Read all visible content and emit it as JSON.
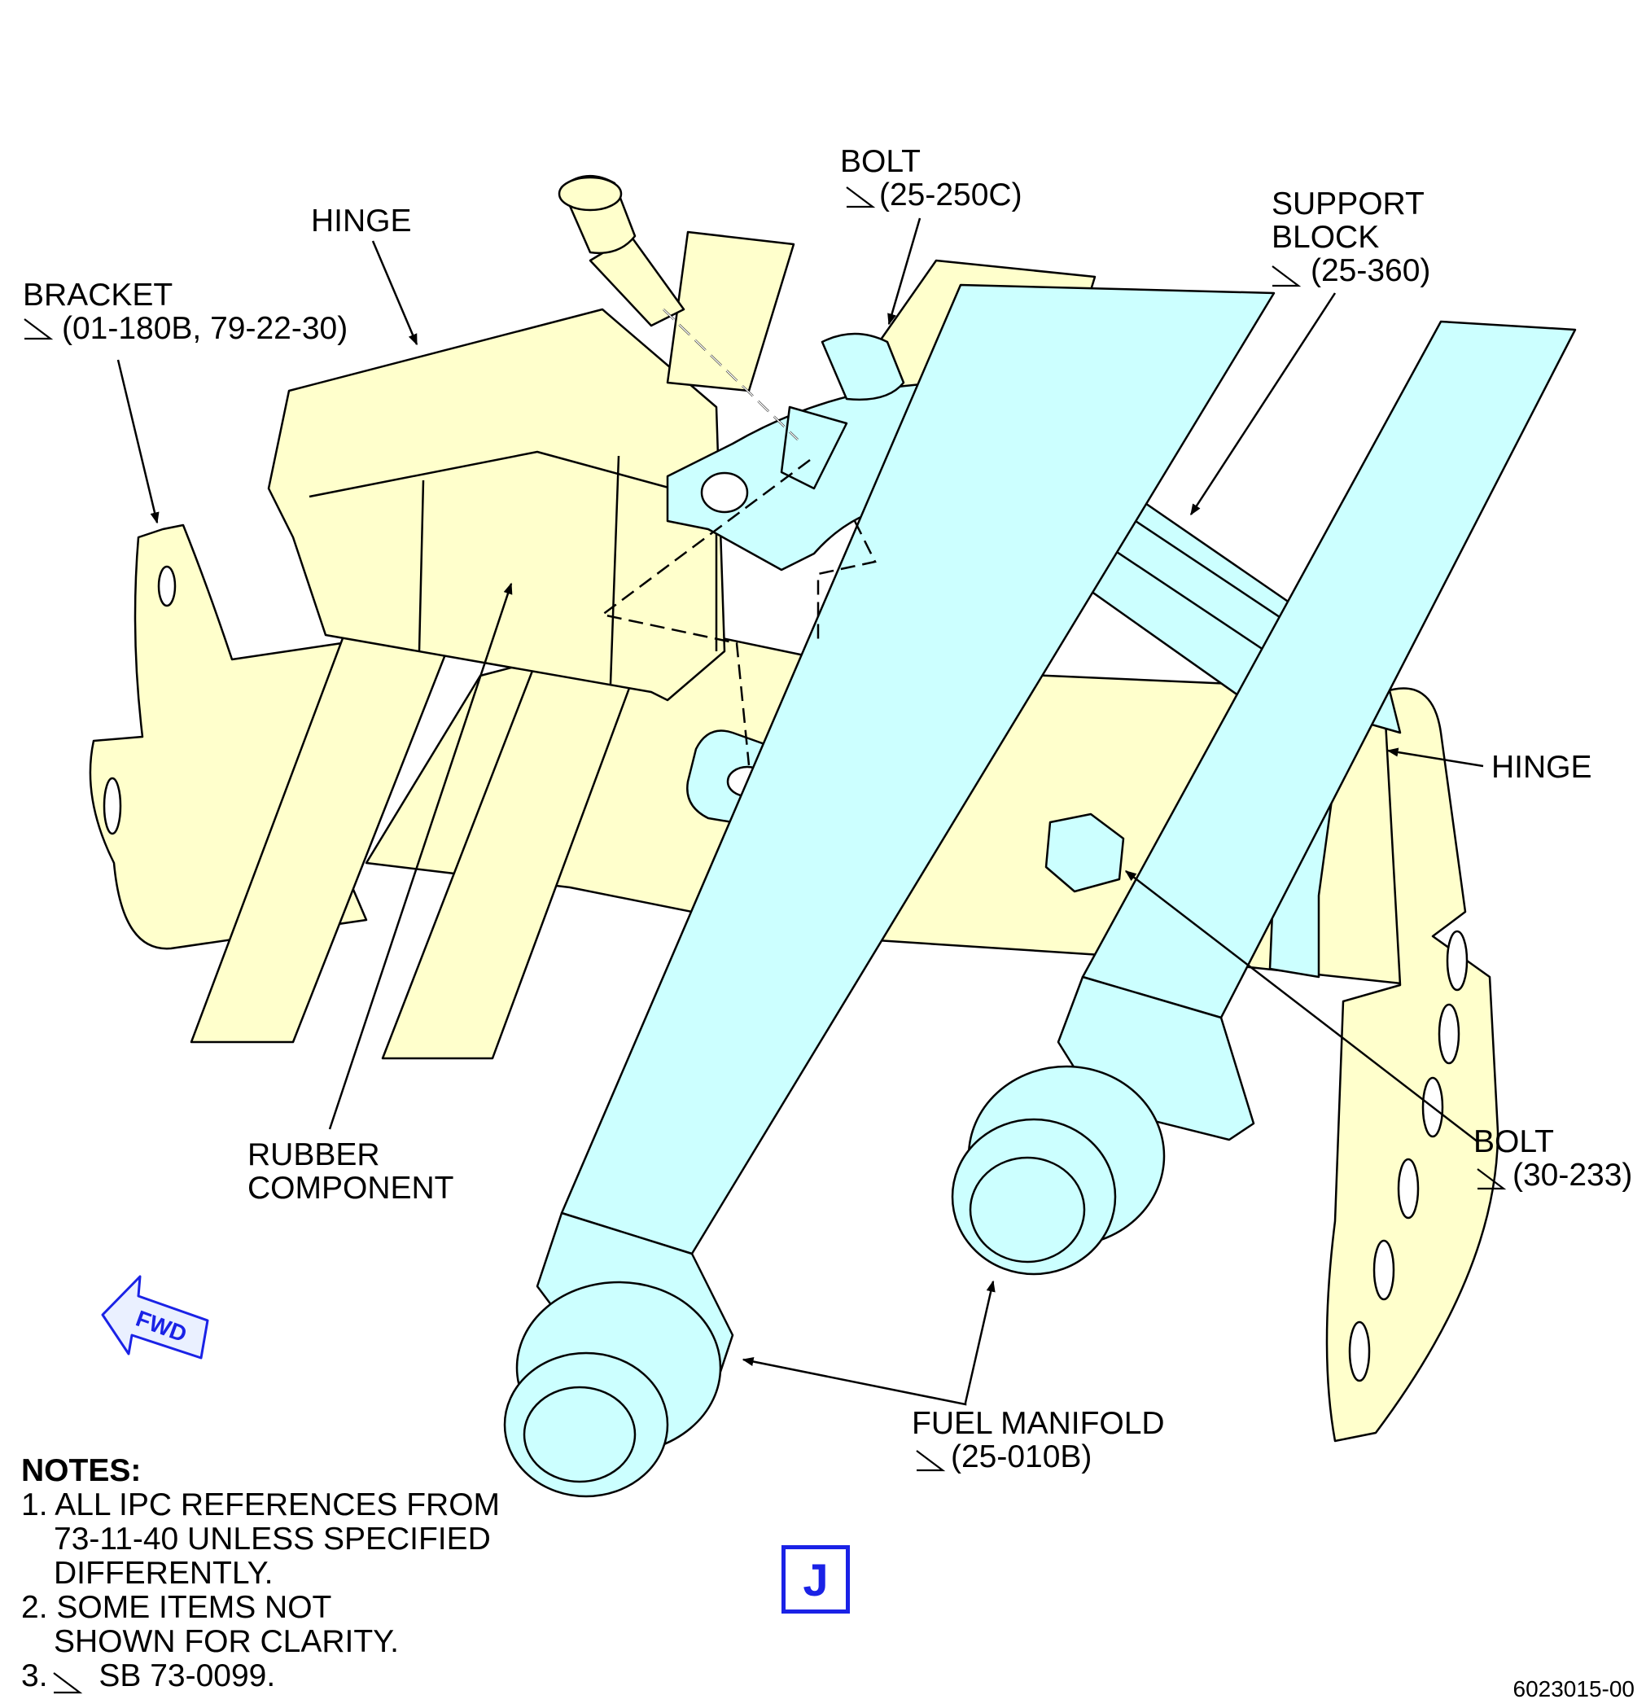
{
  "callouts": {
    "bolt_top": {
      "name": "BOLT",
      "ref": "(25-250C)"
    },
    "hinge_top": {
      "name": "HINGE"
    },
    "bracket": {
      "name": "BRACKET",
      "ref": "(01-180B, 79-22-30)"
    },
    "support_block": {
      "line1": "SUPPORT",
      "line2": "BLOCK",
      "ref": "(25-360)"
    },
    "hinge_right": {
      "name": "HINGE"
    },
    "bolt_right": {
      "name": "BOLT",
      "ref": "(30-233)"
    },
    "rubber_component": {
      "line1": "RUBBER",
      "line2": "COMPONENT"
    },
    "fuel_manifold": {
      "name": "FUEL MANIFOLD",
      "ref": "(25-010B)"
    }
  },
  "fwd_arrow": {
    "label": "FWD"
  },
  "notes": {
    "title": "NOTES:",
    "items": [
      {
        "line1": "1. ALL IPC REFERENCES FROM",
        "line2": "73-11-40 UNLESS SPECIFIED",
        "line3": "DIFFERENTLY."
      },
      {
        "line1": "2. SOME ITEMS NOT",
        "line2": "SHOWN FOR CLARITY."
      },
      {
        "line1": "3.",
        "line2": "SB 73-0099."
      }
    ]
  },
  "view_label": "J",
  "drawing_number": "6023015-00",
  "colors": {
    "yellow_parts": "#ffffcc",
    "cyan_parts": "#ccffff",
    "outline": "#000000",
    "blue_accent": "#1a22e6"
  }
}
